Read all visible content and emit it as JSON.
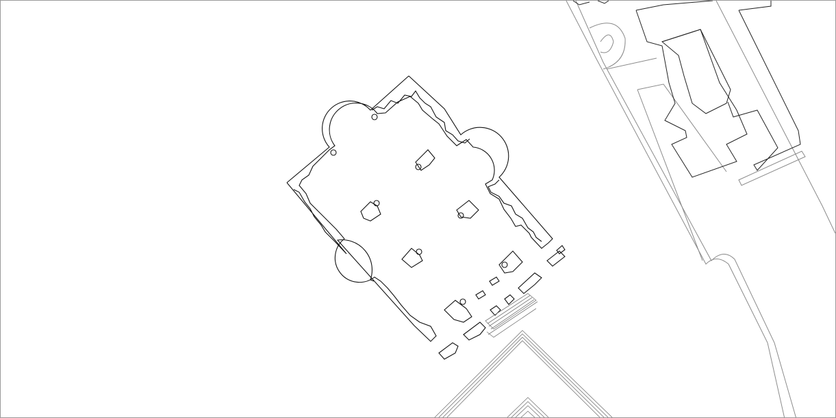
{
  "map": {
    "background_color": "#ffffff",
    "line_color": "#111111",
    "secondary_line_color": "#8a8a8a",
    "frame_color": "#9a9a9a",
    "features": [
      "church-floor-plan",
      "street-edges",
      "neighbouring-building-outlines",
      "entrance-steps",
      "stepped-square"
    ]
  }
}
